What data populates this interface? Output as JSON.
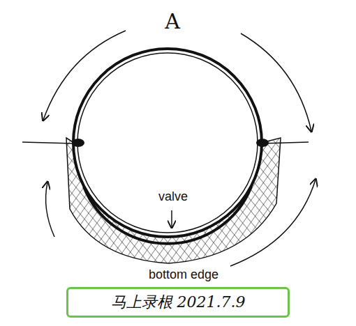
{
  "diagram": {
    "nodes": [
      {
        "text": [
          "马上录根 2021.7.9"
        ]
      }
    ],
    "edges": [],
    "labels": [
      "A",
      "valve",
      "bottom edge"
    ]
  }
}
